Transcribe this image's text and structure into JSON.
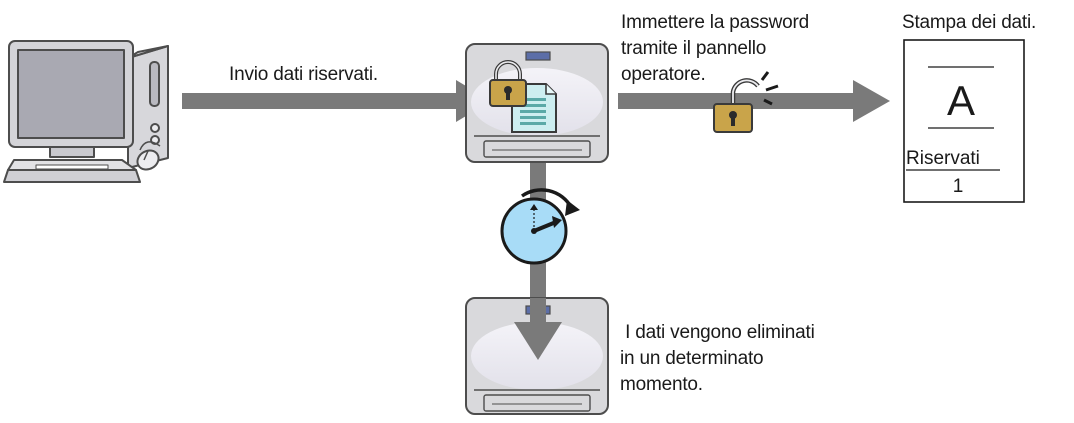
{
  "labels": {
    "send": "Invio dati riservati.",
    "password_line1": "Immettere la password",
    "password_line2": "tramite il pannello",
    "password_line3": "operatore.",
    "print": "Stampa dei dati.",
    "deleted_line1": " I dati vengono eliminati",
    "deleted_line2": "in un determinato",
    "deleted_line3": "momento."
  },
  "printed_page": {
    "letter": "A",
    "caption": "Riservati",
    "number": "1"
  },
  "colors": {
    "arrow": "#7a7a7a",
    "printer_body": "#d9d9dc",
    "printer_outline": "#4d4d4d",
    "disc": "#ecebf1",
    "monitor_screen": "#a9a9b2",
    "lock": "#c9a44a",
    "document": "#cdeef0",
    "document_lines": "#5aa9a7",
    "clock_face": "#a8dcf7"
  },
  "icons": [
    "computer-icon",
    "printer-icon",
    "padlock-closed-icon",
    "document-icon",
    "padlock-open-icon",
    "timer-icon",
    "printed-page-icon"
  ]
}
